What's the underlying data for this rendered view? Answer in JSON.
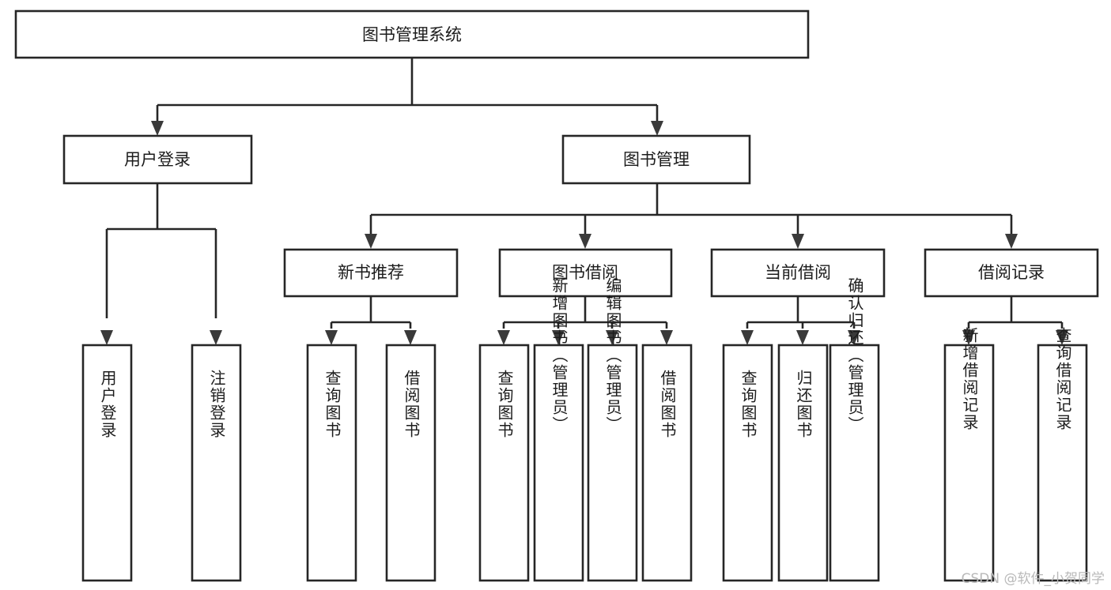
{
  "diagram": {
    "type": "tree",
    "title": "图书管理系统",
    "watermark": "CSDN @软件_小贺同学",
    "colors": {
      "box_stroke": "#262626",
      "box_fill": "#ffffff",
      "text": "#1c1c1c",
      "arrow": "#3a3a3a",
      "watermark": "#b9b9b9"
    },
    "levels": {
      "root": {
        "label": "图书管理系统"
      },
      "level2": [
        {
          "label": "用户登录"
        },
        {
          "label": "图书管理"
        }
      ],
      "level3": [
        {
          "label": "新书推荐"
        },
        {
          "label": "图书借阅"
        },
        {
          "label": "当前借阅"
        },
        {
          "label": "借阅记录"
        }
      ],
      "leaves_user_login": [
        {
          "label": "用户登录"
        },
        {
          "label": "注销登录"
        }
      ],
      "leaves_new_book": [
        {
          "label": "查询图书"
        },
        {
          "label": "借阅图书"
        }
      ],
      "leaves_borrow": [
        {
          "label": "查询图书"
        },
        {
          "label": "新增图书（管理员）"
        },
        {
          "label": "编辑图书（管理员）"
        },
        {
          "label": "借阅图书"
        }
      ],
      "leaves_current": [
        {
          "label": "查询图书"
        },
        {
          "label": "归还图书"
        },
        {
          "label": "确认归还（管理员）"
        }
      ],
      "leaves_record": [
        {
          "label": "新增借阅记录"
        },
        {
          "label": "查询借阅记录"
        }
      ]
    }
  }
}
